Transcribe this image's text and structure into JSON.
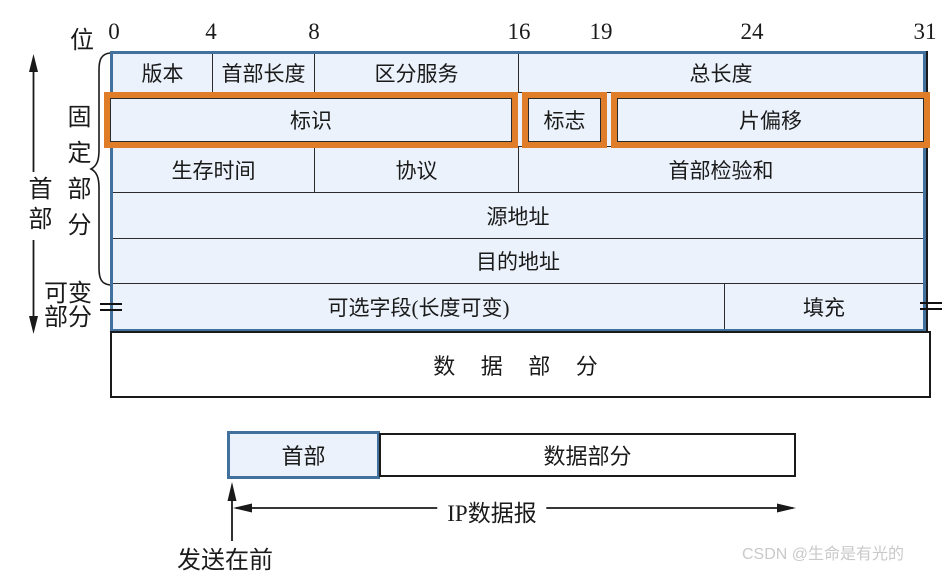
{
  "bit_scale": {
    "unit_label": "位",
    "ticks": [
      "0",
      "4",
      "8",
      "16",
      "19",
      "24",
      "31"
    ]
  },
  "side_labels": {
    "header": "首部",
    "fixed_part": "固定部分",
    "variable_part_l1": "可变",
    "variable_part_l2": "部分"
  },
  "table": {
    "row1": [
      "版本",
      "首部长度",
      "区分服务",
      "总长度"
    ],
    "row2": [
      "标识",
      "标志",
      "片偏移"
    ],
    "row3": [
      "生存时间",
      "协议",
      "首部检验和"
    ],
    "row4": "源地址",
    "row5": "目的地址",
    "row6": [
      "可选字段(长度可变)",
      "填充"
    ],
    "data_row": "数 据 部 分"
  },
  "packet_bar": {
    "header": "首部",
    "data": "数据部分",
    "datagram_label": "IP数据报",
    "sent_first": "发送在前"
  },
  "watermark": "CSDN @生命是有光的",
  "colors": {
    "highlight_orange": "#DF7D28",
    "table_border_blue": "#41719C",
    "cell_fill": "#EBF2FB"
  }
}
